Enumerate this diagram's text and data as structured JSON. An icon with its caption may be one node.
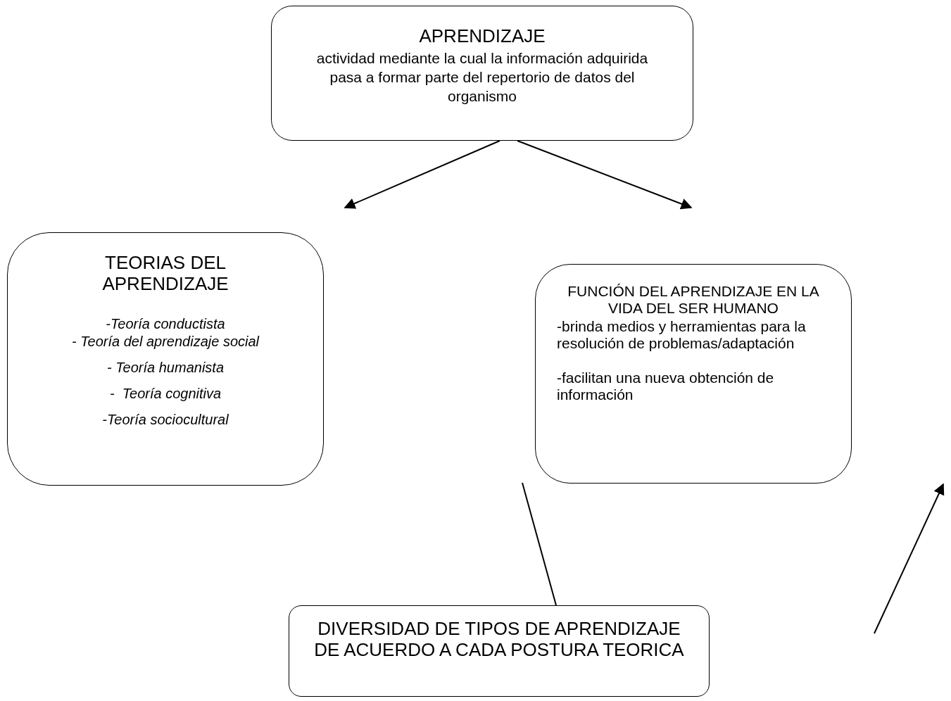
{
  "diagram": {
    "nodes": [
      {
        "text": [
          "APRENDIZAJE",
          "actividad mediante la cual la información adquirida pasa a formar parte del repertorio de datos del organismo"
        ]
      },
      {
        "text": [
          "TEORIAS DEL APRENDIZAJE",
          "-Teoría conductista",
          "- Teoría del aprendizaje social",
          "- Teoría humanista",
          "-  Teoría cognitiva",
          "-Teoría sociocultural"
        ]
      },
      {
        "text": [
          "FUNCIÓN DEL APRENDIZAJE EN LA VIDA DEL SER HUMANO",
          "-brinda medios y herramientas para la resolución de problemas/adaptación",
          "-facilitan una nueva obtención de información"
        ]
      },
      {
        "text": [
          "DIVERSIDAD DE TIPOS DE APRENDIZAJE DE ACUERDO A CADA POSTURA TEORICA"
        ]
      }
    ],
    "edges": [
      {
        "from": 0,
        "to": null,
        "arrow": "to"
      },
      {
        "from": 0,
        "to": null,
        "arrow": "to"
      },
      {
        "from": 3,
        "to": null,
        "arrow": "none"
      }
    ]
  }
}
